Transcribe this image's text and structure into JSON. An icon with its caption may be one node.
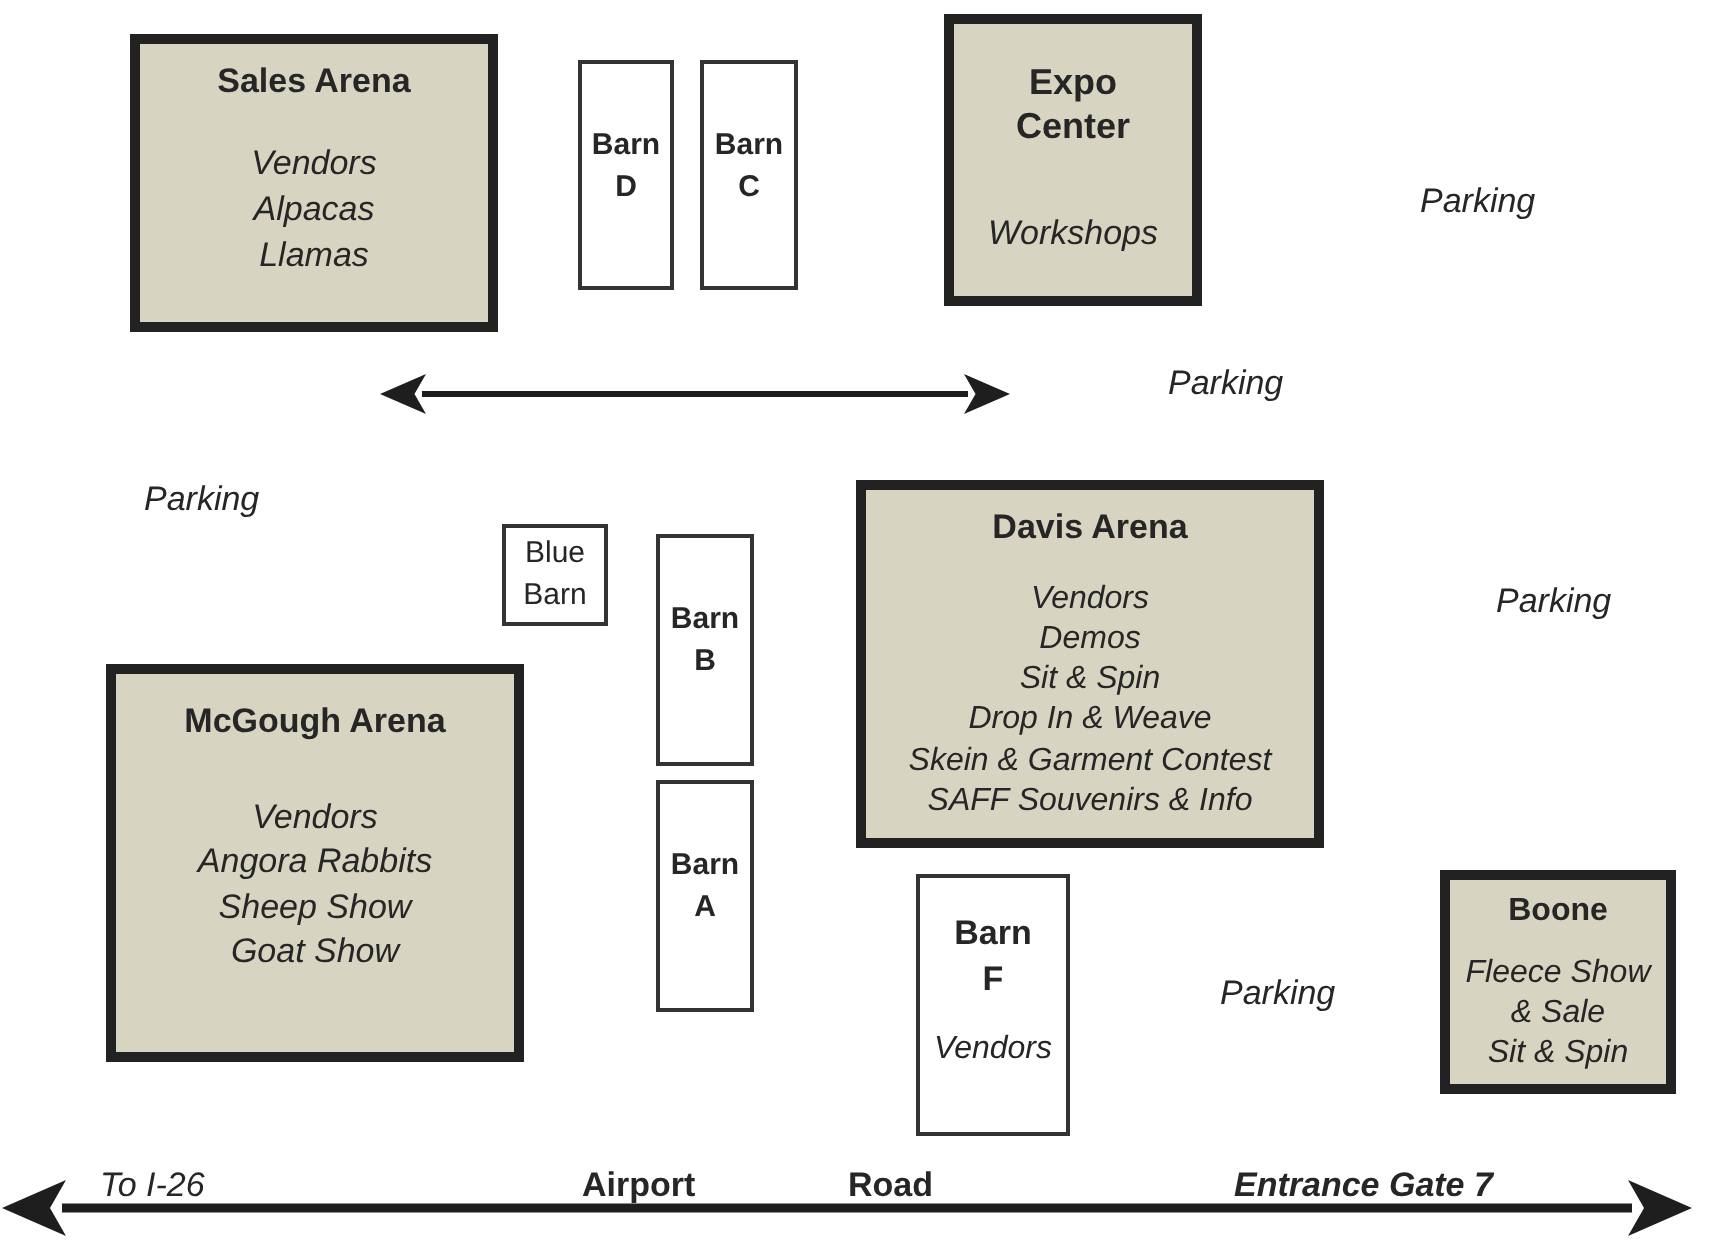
{
  "diagram": {
    "nodes": [
      {
        "text": [
          "Sales Arena",
          "Vendors",
          "Alpacas",
          "Llamas"
        ]
      },
      {
        "text": [
          "Barn D"
        ]
      },
      {
        "text": [
          "Barn C"
        ]
      },
      {
        "text": [
          "Expo Center",
          "Workshops"
        ]
      },
      {
        "text": [
          "Blue Barn"
        ]
      },
      {
        "text": [
          "Barn B"
        ]
      },
      {
        "text": [
          "Davis Arena",
          "Vendors",
          "Demos",
          "Sit & Spin",
          "Drop In & Weave",
          "Skein & Garment Contest",
          "SAFF Souvenirs & Info"
        ]
      },
      {
        "text": [
          "McGough Arena",
          "Vendors",
          "Angora Rabbits",
          "Sheep Show",
          "Goat Show"
        ]
      },
      {
        "text": [
          "Barn A"
        ]
      },
      {
        "text": [
          "Barn F",
          "Vendors"
        ]
      },
      {
        "text": [
          "Boone",
          "Fleece Show & Sale",
          "Sit & Spin"
        ]
      }
    ],
    "labels": [
      "Parking",
      "Parking",
      "Parking",
      "Parking",
      "Parking",
      "To I-26",
      "Airport",
      "Road",
      "Entrance Gate 7"
    ]
  }
}
